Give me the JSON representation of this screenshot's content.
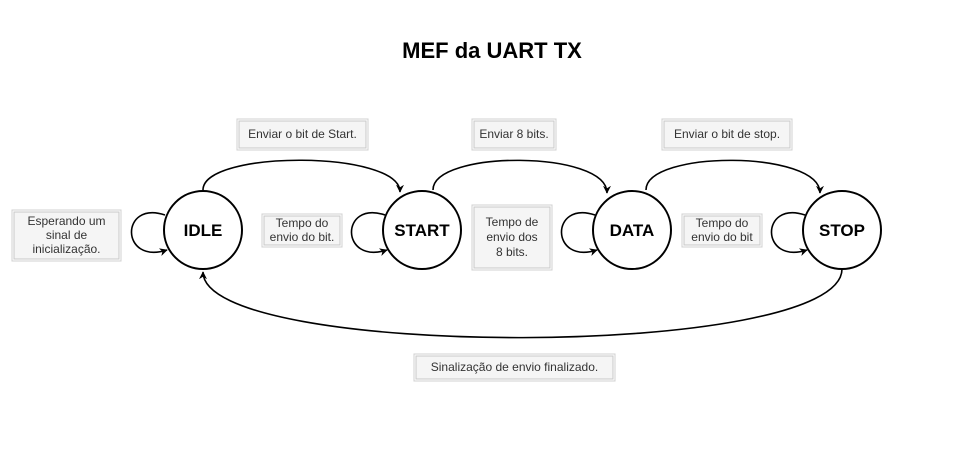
{
  "title": "MEF da UART TX",
  "states": [
    {
      "id": "idle",
      "label": "IDLE"
    },
    {
      "id": "start",
      "label": "START"
    },
    {
      "id": "data",
      "label": "DATA"
    },
    {
      "id": "stop",
      "label": "STOP"
    }
  ],
  "notes": {
    "idle_self": [
      "Esperando um",
      "sinal de",
      "inicialização."
    ],
    "start_self": [
      "Tempo do",
      "envio do bit."
    ],
    "data_self": [
      "Tempo de",
      "envio dos",
      "8 bits."
    ],
    "stop_self": [
      "Tempo do",
      "envio do bit"
    ],
    "idle_to_start": [
      "Enviar o bit de Start."
    ],
    "start_to_data": [
      "Enviar 8 bits."
    ],
    "data_to_stop": [
      "Enviar o bit de stop."
    ],
    "stop_to_idle": [
      "Sinalização de envio finalizado."
    ]
  }
}
